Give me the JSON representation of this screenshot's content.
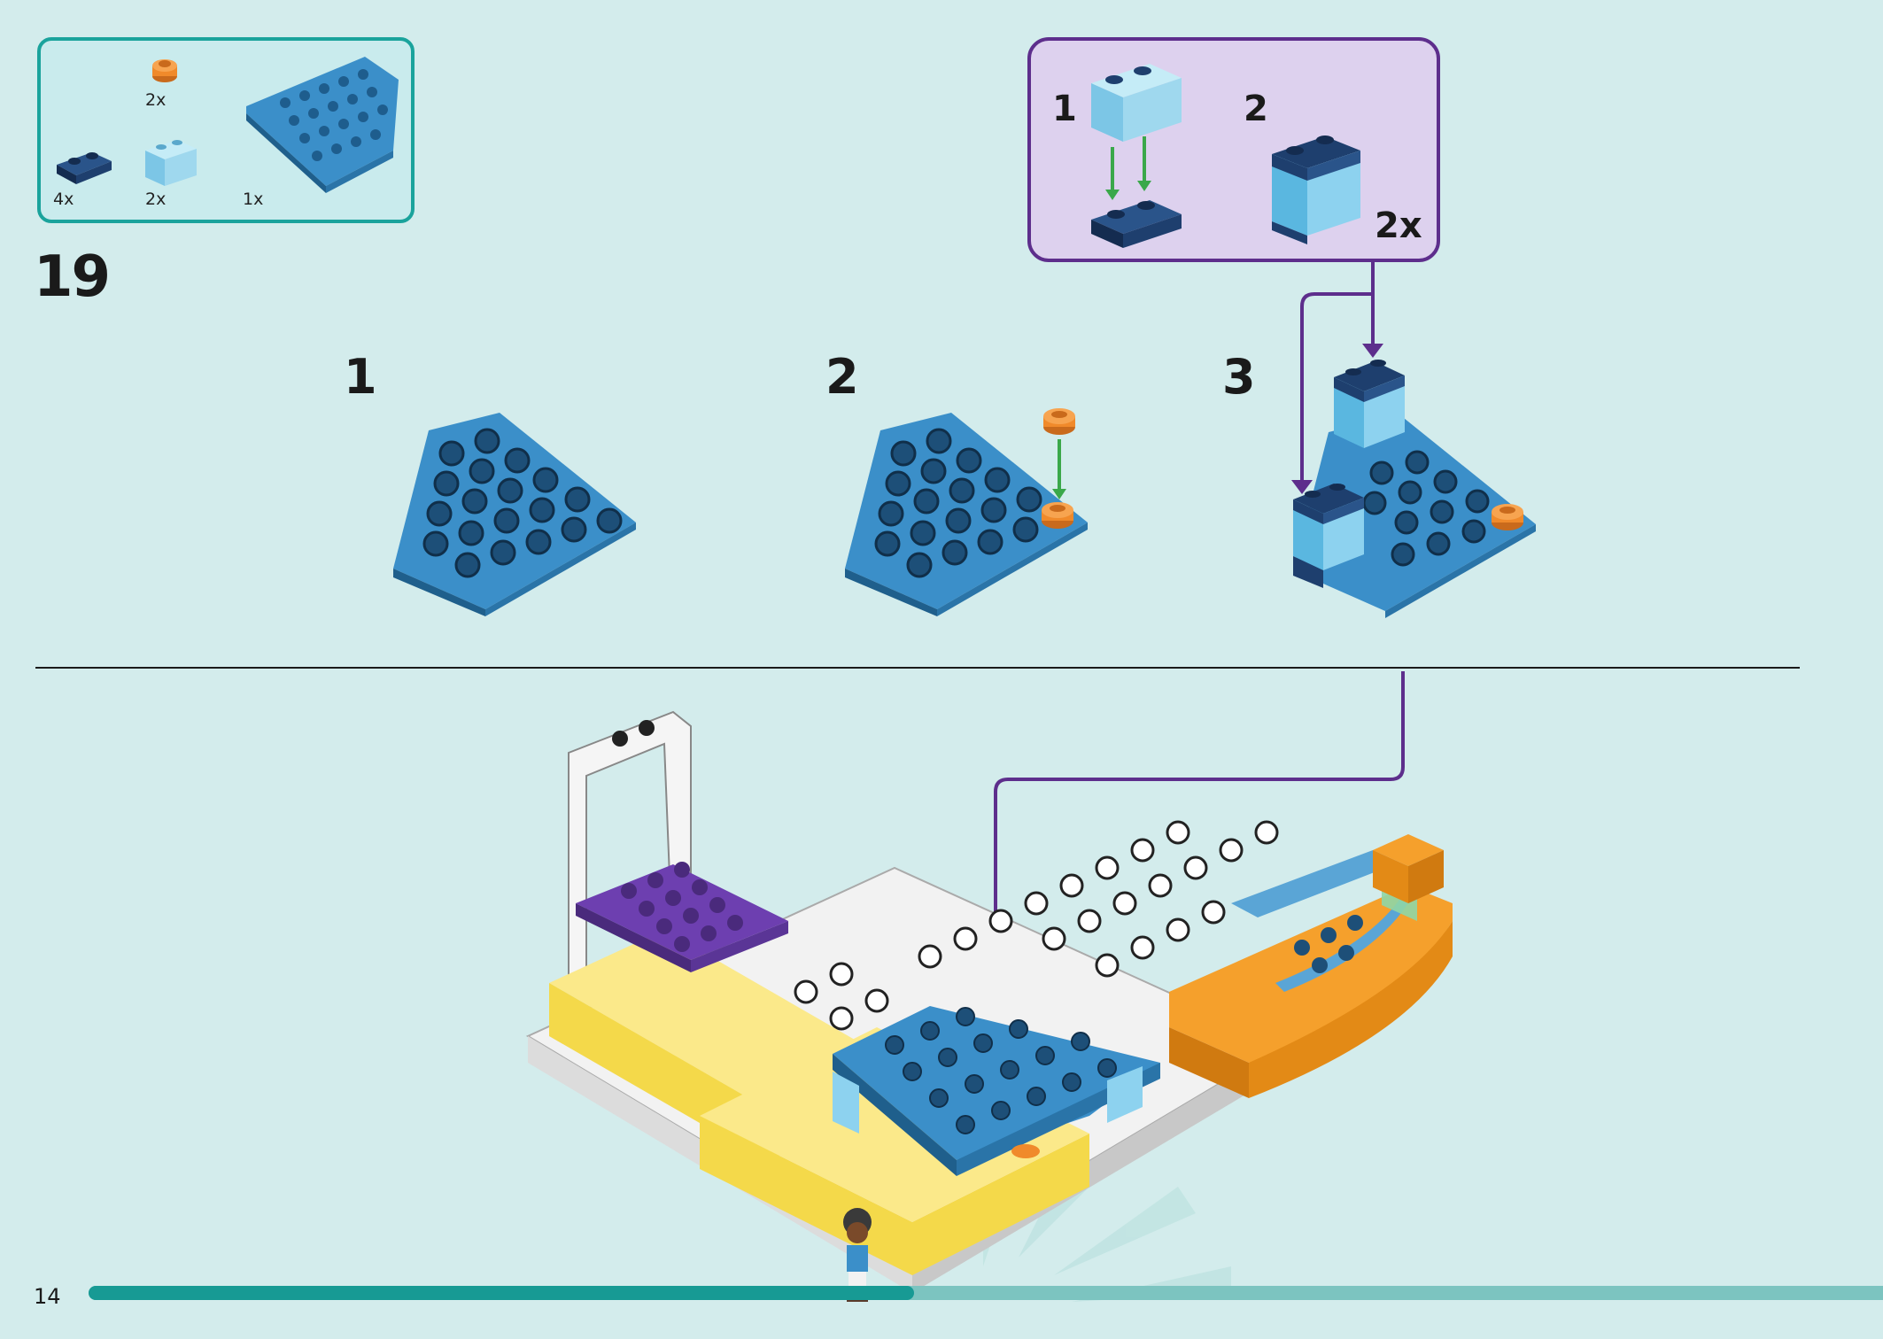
{
  "step_number": "19",
  "page_number": "14",
  "parts_list": [
    {
      "name": "orange-round-plate",
      "qty": "2x",
      "color": "#f08a2b"
    },
    {
      "name": "dark-blue-plate-1x2",
      "qty": "4x",
      "color": "#1e3f6e"
    },
    {
      "name": "trans-light-blue-brick-1x2",
      "qty": "2x",
      "color": "#9fd8ee"
    },
    {
      "name": "blue-wedge-plate",
      "qty": "1x",
      "color": "#3b8fc9"
    }
  ],
  "substeps": [
    {
      "label": "1"
    },
    {
      "label": "2"
    },
    {
      "label": "3"
    }
  ],
  "callout": {
    "step1": "1",
    "step2": "2",
    "multiplier": "2x"
  },
  "colors": {
    "background": "#d3ecec",
    "parts_border": "#1aa39c",
    "callout_border": "#5d2e8c",
    "callout_bg": "#ddd1ee",
    "arrow_green": "#3aa84a",
    "arrow_purple": "#5d2e8c",
    "progress": "#179a94"
  },
  "progress": {
    "fraction": 0.46
  }
}
